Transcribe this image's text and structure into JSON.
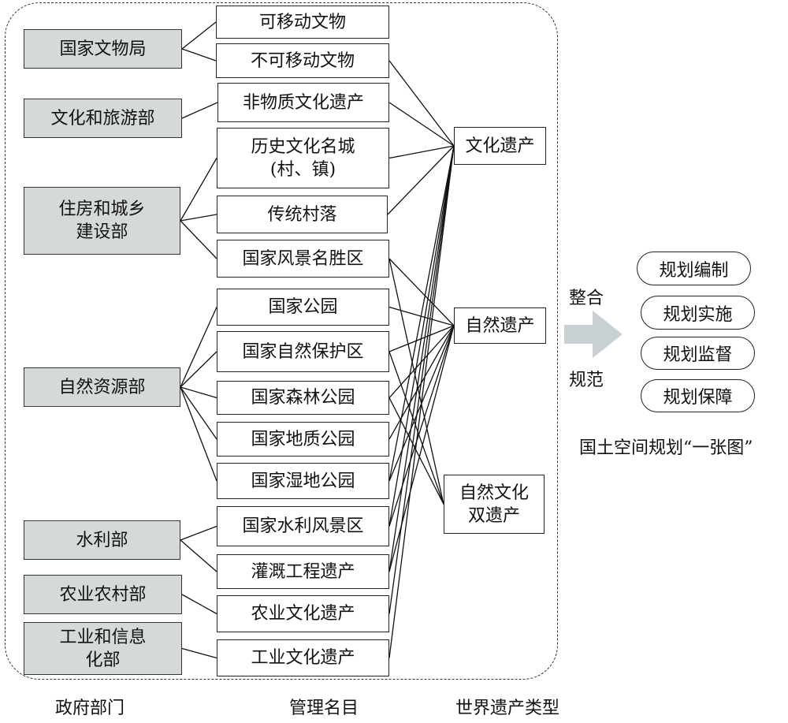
{
  "departments": [
    {
      "id": "d1",
      "label": "国家文物局"
    },
    {
      "id": "d2",
      "label": "文化和旅游部"
    },
    {
      "id": "d3",
      "label": "住房和城乡\n建设部"
    },
    {
      "id": "d4",
      "label": "自然资源部"
    },
    {
      "id": "d5",
      "label": "水利部"
    },
    {
      "id": "d6",
      "label": "农业农村部"
    },
    {
      "id": "d7",
      "label": "工业和信息\n化部"
    }
  ],
  "categories": [
    {
      "id": "c1",
      "label": "可移动文物"
    },
    {
      "id": "c2",
      "label": "不可移动文物"
    },
    {
      "id": "c3",
      "label": "非物质文化遗产"
    },
    {
      "id": "c4",
      "label": "历史文化名城\n(村、镇)"
    },
    {
      "id": "c5",
      "label": "传统村落"
    },
    {
      "id": "c6",
      "label": "国家风景名胜区"
    },
    {
      "id": "c7",
      "label": "国家公园"
    },
    {
      "id": "c8",
      "label": "国家自然保护区"
    },
    {
      "id": "c9",
      "label": "国家森林公园"
    },
    {
      "id": "c10",
      "label": "国家地质公园"
    },
    {
      "id": "c11",
      "label": "国家湿地公园"
    },
    {
      "id": "c12",
      "label": "国家水利风景区"
    },
    {
      "id": "c13",
      "label": "灌溉工程遗产"
    },
    {
      "id": "c14",
      "label": "农业文化遗产"
    },
    {
      "id": "c15",
      "label": "工业文化遗产"
    }
  ],
  "heritage_types": [
    {
      "id": "h1",
      "label": "文化遗产"
    },
    {
      "id": "h2",
      "label": "自然遗产"
    },
    {
      "id": "h3",
      "label": "自然文化\n双遗产"
    }
  ],
  "planning_items": [
    "规划编制",
    "规划实施",
    "规划监督",
    "规划保障"
  ],
  "arrow": {
    "top_label": "整合",
    "bottom_label": "规范"
  },
  "planning_caption": "国土空间规划“一张图”",
  "column_labels": {
    "departments": "政府部门",
    "categories": "管理名目",
    "heritage": "世界遗产类型"
  },
  "colors": {
    "department_fill": "#d5d9da",
    "arrow": "#c9d0d3",
    "line": "#111111"
  },
  "dept_links": [
    [
      "d1",
      "c1"
    ],
    [
      "d1",
      "c2"
    ],
    [
      "d2",
      "c3"
    ],
    [
      "d3",
      "c4"
    ],
    [
      "d3",
      "c5"
    ],
    [
      "d3",
      "c6"
    ],
    [
      "d4",
      "c7"
    ],
    [
      "d4",
      "c8"
    ],
    [
      "d4",
      "c9"
    ],
    [
      "d4",
      "c10"
    ],
    [
      "d4",
      "c11"
    ],
    [
      "d5",
      "c12"
    ],
    [
      "d5",
      "c13"
    ],
    [
      "d6",
      "c14"
    ],
    [
      "d7",
      "c15"
    ]
  ],
  "heritage_links": [
    [
      "c2",
      "h1"
    ],
    [
      "c3",
      "h1"
    ],
    [
      "c4",
      "h1"
    ],
    [
      "c5",
      "h1"
    ],
    [
      "c6",
      "h2"
    ],
    [
      "c6",
      "h3"
    ],
    [
      "c7",
      "h2"
    ],
    [
      "c8",
      "h2"
    ],
    [
      "c8",
      "h3"
    ],
    [
      "c9",
      "h2"
    ],
    [
      "c9",
      "h3"
    ],
    [
      "c10",
      "h2"
    ],
    [
      "c11",
      "h1"
    ],
    [
      "c11",
      "h2"
    ],
    [
      "c12",
      "h1"
    ],
    [
      "c12",
      "h2"
    ],
    [
      "c13",
      "h1"
    ],
    [
      "c13",
      "h2"
    ],
    [
      "c14",
      "h1"
    ],
    [
      "c15",
      "h1"
    ]
  ]
}
